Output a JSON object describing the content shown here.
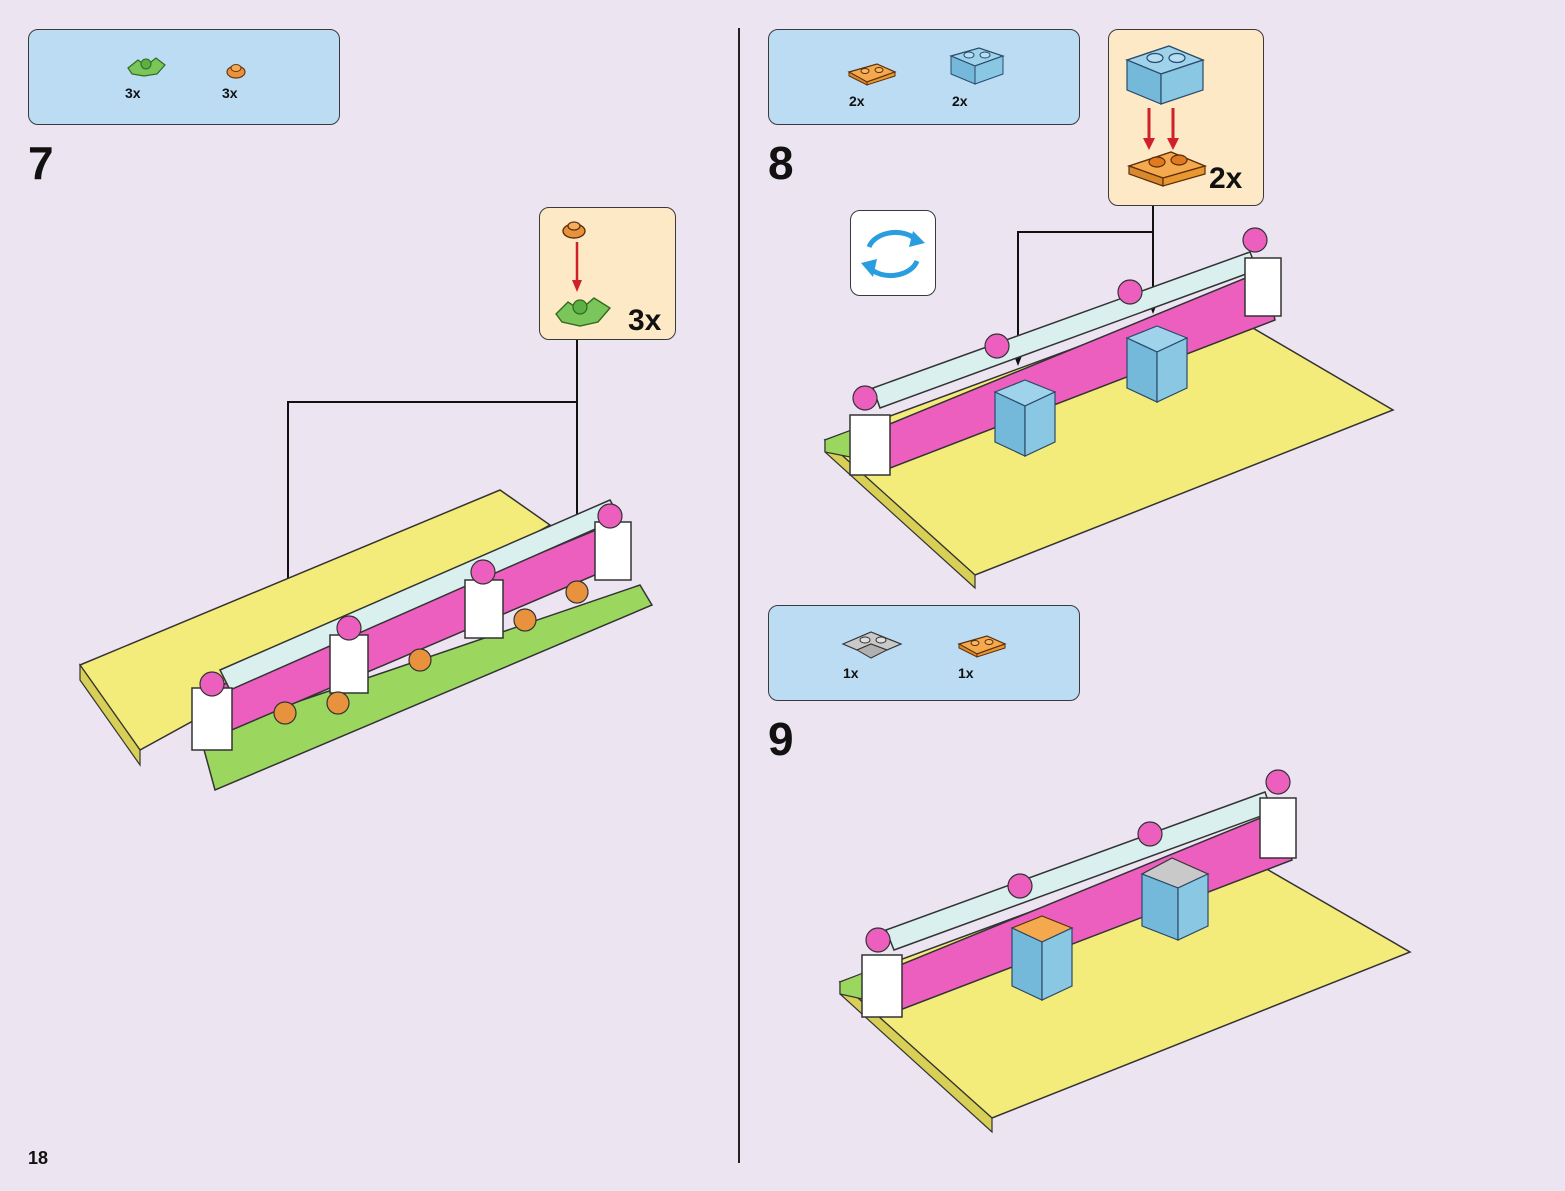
{
  "page_number": "18",
  "steps": [
    {
      "number": "7",
      "parts": [
        {
          "icon": "green-leaf-plate-icon",
          "qty": "3x"
        },
        {
          "icon": "orange-flower-round-plate-icon",
          "qty": "3x"
        }
      ],
      "subassembly_qty": "3x"
    },
    {
      "number": "8",
      "parts": [
        {
          "icon": "orange-1x2-plate-icon",
          "qty": "2x"
        },
        {
          "icon": "blue-1x2-brick-icon",
          "qty": "2x"
        }
      ],
      "subassembly_qty": "2x",
      "rotate_icon": "rotate-model-icon"
    },
    {
      "number": "9",
      "parts": [
        {
          "icon": "gray-corner-plate-icon",
          "qty": "1x"
        },
        {
          "icon": "orange-1x2-plate-icon",
          "qty": "1x"
        }
      ]
    }
  ],
  "colors": {
    "background": "#ede4f2",
    "callout": "#bcdcf4",
    "subassembly": "#fde9c6",
    "baseplate": "#f4ec7a",
    "fence": "#ec5fbf",
    "arrow": "#d0202a"
  }
}
